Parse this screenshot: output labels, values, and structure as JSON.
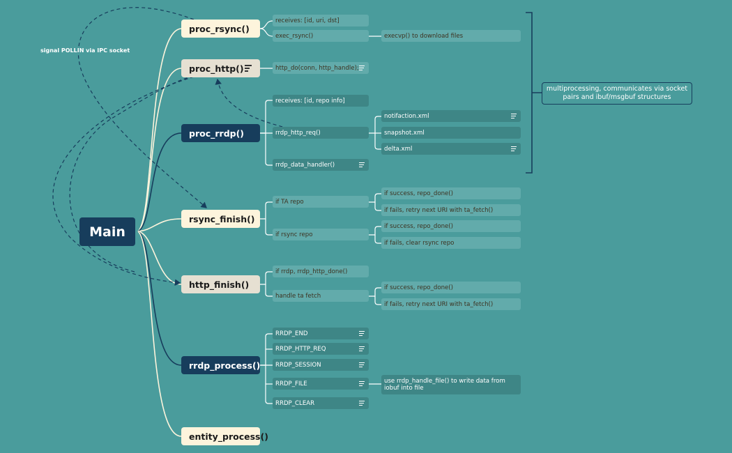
{
  "main": {
    "label": "Main"
  },
  "branches": {
    "proc_rsync": {
      "label": "proc_rsync()",
      "receives": "receives: [id, uri, dst]",
      "exec_rsync": "exec_rsync()",
      "execvp": "execvp() to download files"
    },
    "proc_http": {
      "label": "proc_http()",
      "http_do": "http_do(conn, http_handle);"
    },
    "proc_rrdp": {
      "label": "proc_rrdp()",
      "receives": "receives: [id, repo info]",
      "rrdp_http_req": "rrdp_http_req()",
      "notification": "notifaction.xml",
      "snapshot": "snapshot.xml",
      "delta": "delta.xml",
      "data_handler": "rrdp_data_handler()"
    },
    "rsync_finish": {
      "label": "rsync_finish()",
      "ta_repo": "if TA repo",
      "ta_success": "if success, repo_done()",
      "ta_fails": "if fails, retry next URI with ta_fetch()",
      "rsync_repo": "if rsync repo",
      "rsync_success": "if success, repo_done()",
      "rsync_fails": "if fails, clear rsync repo"
    },
    "http_finish": {
      "label": "http_finish()",
      "rrdp_done": "if rrdp, rrdp_http_done()",
      "handle_ta": "handle ta fetch",
      "success": "if success, repo_done()",
      "fails": "if fails, retry next URI with ta_fetch()"
    },
    "rrdp_process": {
      "label": "rrdp_process()",
      "end": "RRDP_END",
      "http_req": "RRDP_HTTP_REQ",
      "session": "RRDP_SESSION",
      "file": "RRDP_FILE",
      "file_note": "use rrdp_handle_file() to write data from iobuf into file",
      "clear": "RRDP_CLEAR"
    },
    "entity_process": {
      "label": "entity_process()"
    }
  },
  "summary": "multiprocessing, communicates via socket pairs and ibuf/msgbuf structures",
  "annotation": "signal POLLIN via IPC socket",
  "colors": {
    "background": "#4a9c9c",
    "navy": "#173d5c",
    "cream": "#fdf4dc",
    "beige": "#e6e0d2",
    "pill_light": "#62abab",
    "pill_dark": "#3e8686"
  }
}
